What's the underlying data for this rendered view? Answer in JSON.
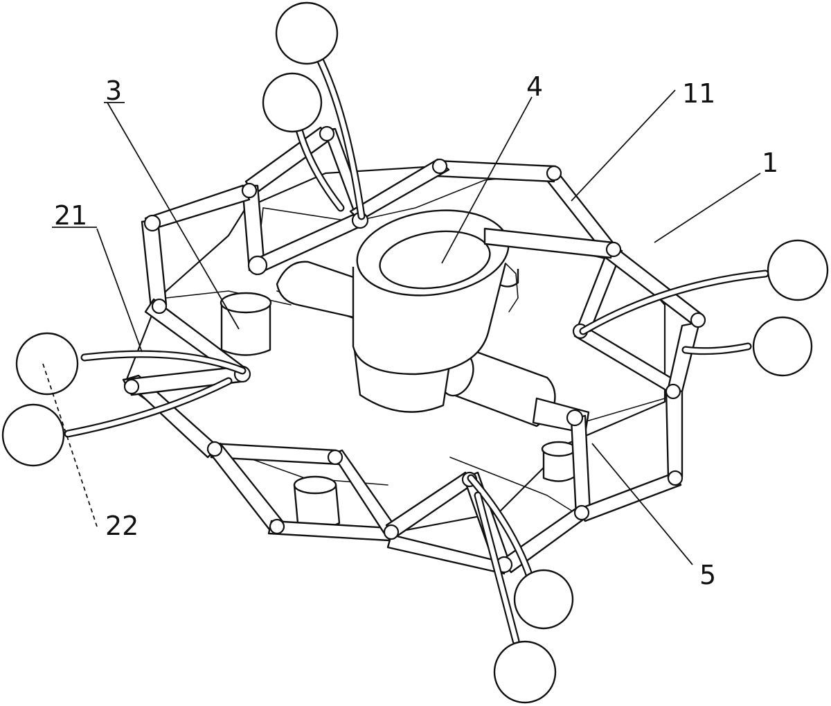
{
  "labels": {
    "l1": "1",
    "l11": "11",
    "l3": "3",
    "l4": "4",
    "l21": "21",
    "l22": "22",
    "l5": "5"
  }
}
